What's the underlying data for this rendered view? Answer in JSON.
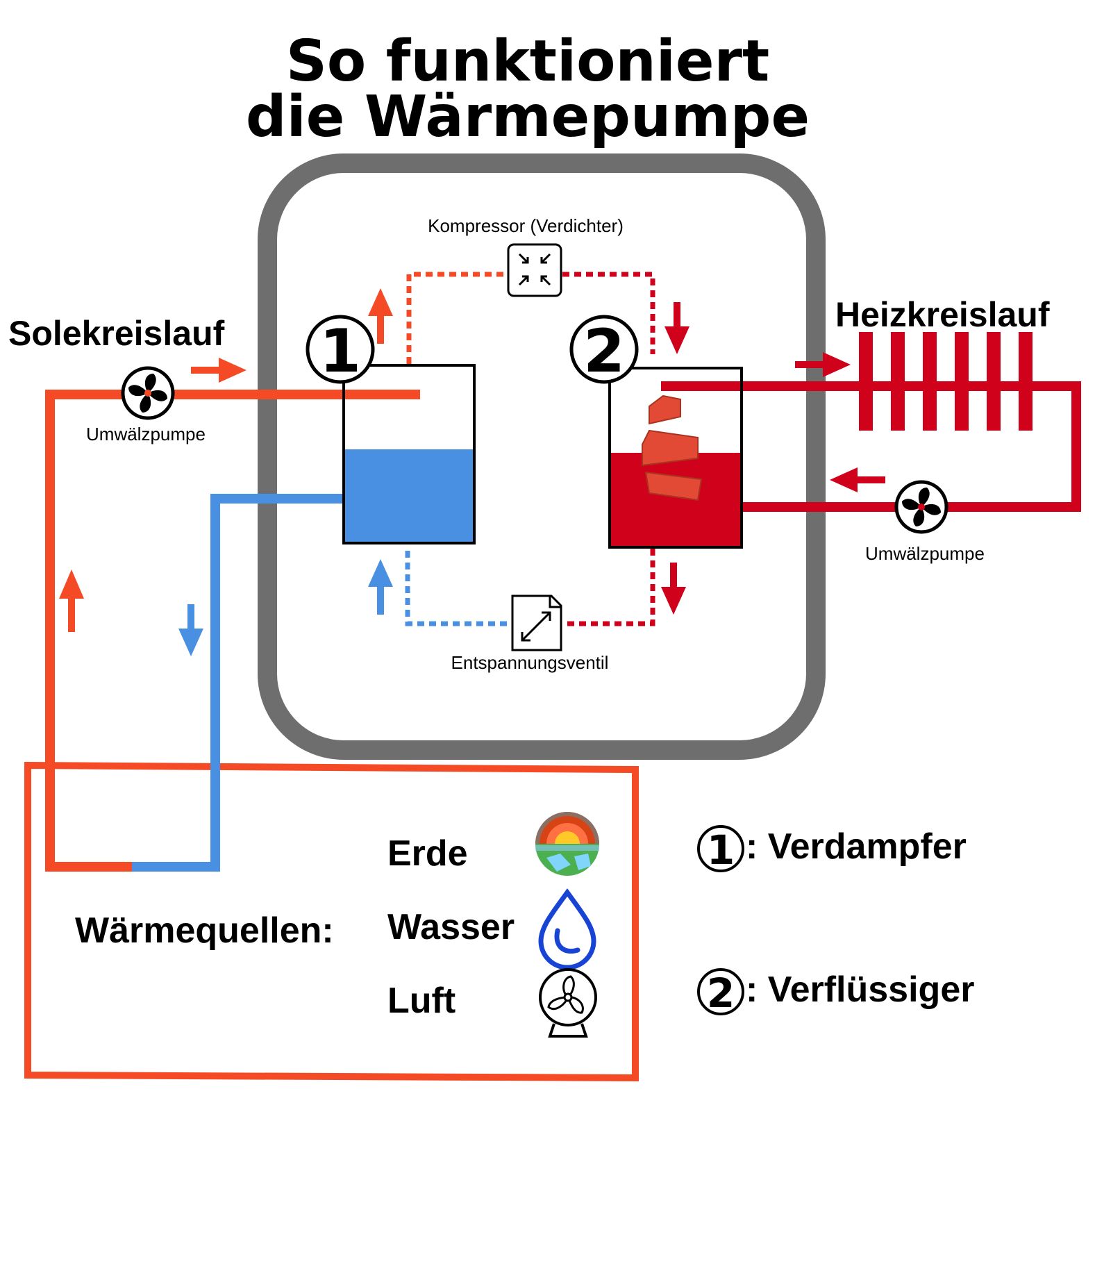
{
  "title": {
    "line1": "So funktioniert",
    "line2": "die Wärmepumpe"
  },
  "labels": {
    "compressor": "Kompressor (Verdichter)",
    "expansion_valve": "Entspannungsventil",
    "brine_circuit": "Solekreislauf",
    "heating_circuit": "Heizkreislauf",
    "pump_left": "Umwälzpumpe",
    "pump_right": "Umwälzpumpe"
  },
  "markers": {
    "evaporator": "1",
    "condenser": "2"
  },
  "heat_sources": {
    "heading": "Wärmequellen:",
    "items": [
      {
        "label": "Erde",
        "icon": "earth-layers-icon"
      },
      {
        "label": "Wasser",
        "icon": "water-drop-icon"
      },
      {
        "label": "Luft",
        "icon": "fan-air-icon"
      }
    ]
  },
  "legend": [
    {
      "marker": "1",
      "text": ": Verdampfer"
    },
    {
      "marker": "2",
      "text": ": Verflüssiger"
    }
  ],
  "colors": {
    "warm_orange": "#f54a26",
    "cold_blue": "#4a90e2",
    "hot_red": "#d0021b",
    "casing_gray": "#6e6e6e"
  }
}
